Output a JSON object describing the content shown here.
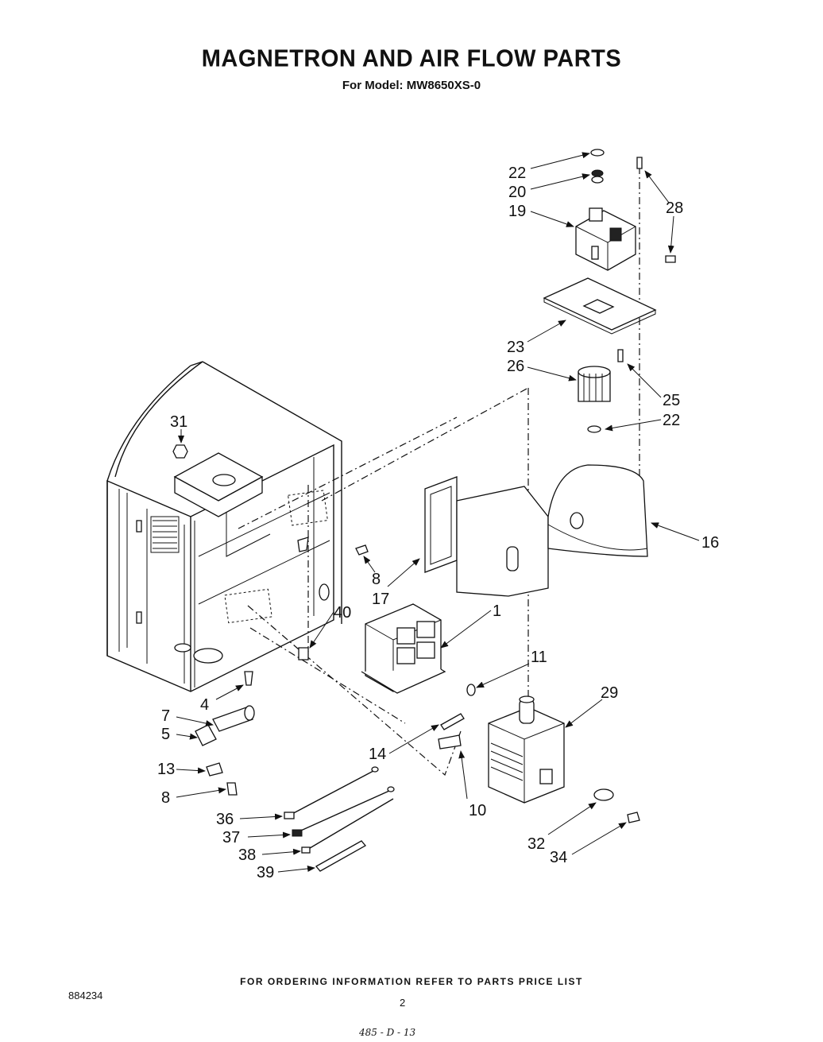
{
  "title": "MAGNETRON AND AIR FLOW PARTS",
  "subtitle": "For Model: MW8650XS-0",
  "footer": "FOR ORDERING INFORMATION REFER TO PARTS PRICE LIST",
  "doc_number": "884234",
  "page_number": "2",
  "hand_note": "485 - D - 13",
  "callouts": {
    "c22a": "22",
    "c20": "20",
    "c19": "19",
    "c28": "28",
    "c23": "23",
    "c26": "26",
    "c25": "25",
    "c22b": "22",
    "c31": "31",
    "c16": "16",
    "c8a": "8",
    "c17": "17",
    "c1": "1",
    "c40": "40",
    "c11": "11",
    "c29": "29",
    "c4": "4",
    "c7": "7",
    "c5": "5",
    "c14": "14",
    "c13": "13",
    "c8b": "8",
    "c10": "10",
    "c36": "36",
    "c37": "37",
    "c38": "38",
    "c39": "39",
    "c32": "32",
    "c34": "34"
  }
}
